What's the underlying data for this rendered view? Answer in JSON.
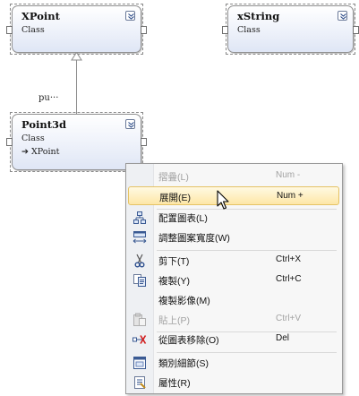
{
  "classes": {
    "xpoint": {
      "name": "XPoint",
      "kind": "Class"
    },
    "xstring": {
      "name": "xString",
      "kind": "Class"
    },
    "point3d": {
      "name": "Point3d",
      "kind": "Class",
      "base": "XPoint"
    }
  },
  "connector_label": "pu···",
  "context_menu": {
    "items": [
      {
        "label": "摺疊(L)",
        "shortcut": "Num -",
        "icon": "none",
        "disabled": true
      },
      {
        "label": "展開(E)",
        "shortcut": "Num +",
        "icon": "none",
        "highlighted": true
      },
      {
        "label": "配置圖表(L)",
        "shortcut": "",
        "icon": "layout-diagram-icon"
      },
      {
        "label": "調整圖案寬度(W)",
        "shortcut": "",
        "icon": "adjust-width-icon"
      },
      {
        "label": "剪下(T)",
        "shortcut": "Ctrl+X",
        "icon": "scissors-icon"
      },
      {
        "label": "複製(Y)",
        "shortcut": "Ctrl+C",
        "icon": "copy-icon"
      },
      {
        "label": "複製影像(M)",
        "shortcut": "",
        "icon": "none"
      },
      {
        "label": "貼上(P)",
        "shortcut": "Ctrl+V",
        "icon": "paste-icon",
        "disabled": true
      },
      {
        "label": "從圖表移除(O)",
        "shortcut": "Del",
        "icon": "remove-from-diagram-icon"
      },
      {
        "label": "類別細節(S)",
        "shortcut": "",
        "icon": "class-details-icon"
      },
      {
        "label": "屬性(R)",
        "shortcut": "",
        "icon": "properties-icon"
      }
    ]
  },
  "colors": {
    "highlight": "#fde7a7",
    "disabled_text": "#a2a2a2",
    "shape_fill": "#dfe6f5"
  }
}
